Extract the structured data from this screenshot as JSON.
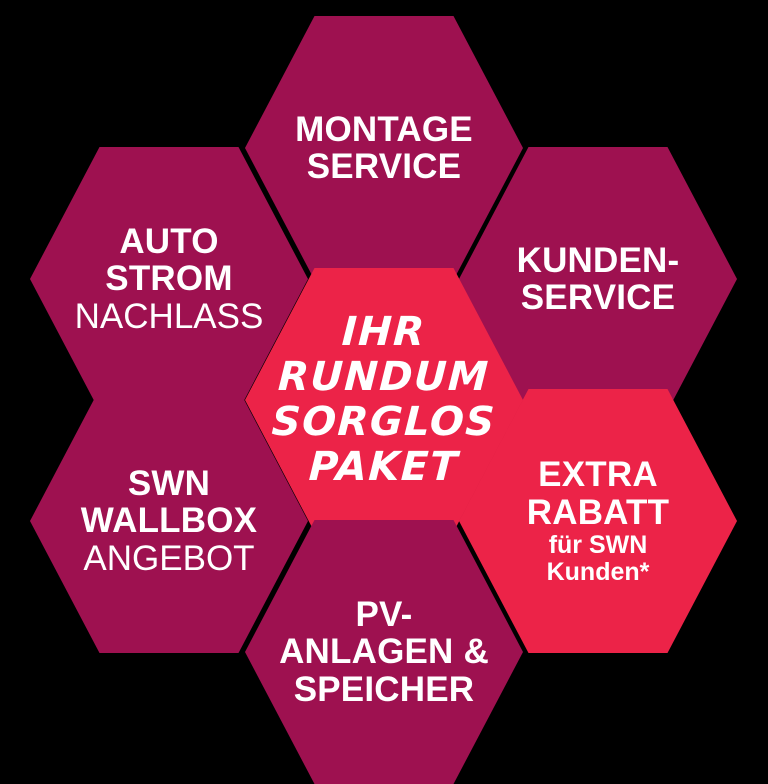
{
  "graphic": {
    "title": "Ihr Rundum Sorglos Paket",
    "type": "honeycomb-hexagon-infographic",
    "colors": {
      "background": "#000000",
      "magenta": "#9E1150",
      "red": "#EC2348",
      "text": "#FFFFFF",
      "edge_shadow": "#3C3C3C"
    }
  },
  "cells": {
    "top": {
      "name": "montage-service",
      "color": "#9E1150",
      "line1": "MONTAGE",
      "line2": "SERVICE"
    },
    "top_left": {
      "name": "auto-strom-nachlass",
      "color": "#9E1150",
      "line1": "AUTO",
      "line2": "STROM",
      "line3": "NACHLASS"
    },
    "top_right": {
      "name": "kunden-service",
      "color": "#9E1150",
      "line1": "KUNDEN-",
      "line2": "SERVICE"
    },
    "center": {
      "name": "rundum-sorglos-paket",
      "color": "#EC2348",
      "line1": "IHR",
      "line2": "RUNDUM",
      "line3": "SORGLOS",
      "line4": "PAKET"
    },
    "bottom_left": {
      "name": "swn-wallbox-angebot",
      "color": "#9E1150",
      "line1": "SWN",
      "line2": "WALLBOX",
      "line3": "ANGEBOT"
    },
    "bottom_right": {
      "name": "extra-rabatt",
      "color": "#EC2348",
      "line1": "EXTRA",
      "line2": "RABATT",
      "line3": "für SWN",
      "line4": "Kunden*"
    },
    "bottom": {
      "name": "pv-anlagen-speicher",
      "color": "#9E1150",
      "line1": "PV-",
      "line2": "ANLAGEN &",
      "line3": "SPEICHER"
    }
  }
}
